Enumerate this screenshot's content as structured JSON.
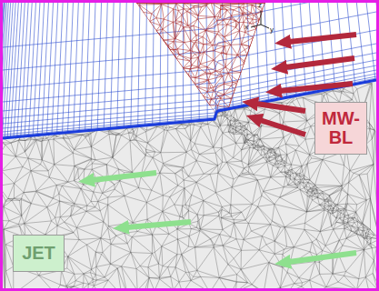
{
  "diagram": {
    "nodes": [
      {
        "text": [
          "MW-BL"
        ]
      },
      {
        "text": [
          "JET"
        ]
      }
    ],
    "labels": [
      "z",
      "x",
      "y"
    ]
  }
}
